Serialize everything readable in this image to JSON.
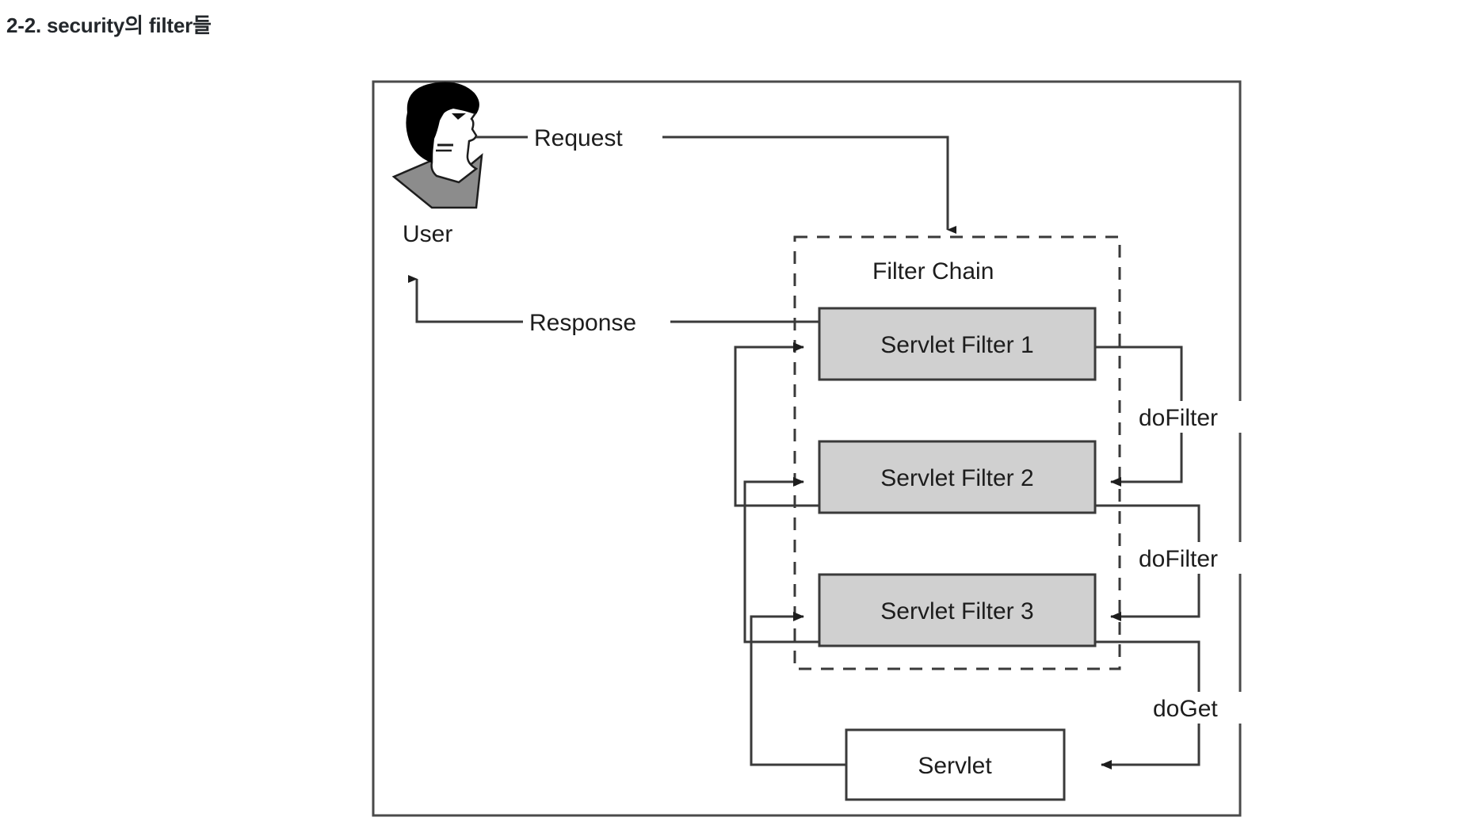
{
  "page": {
    "title": "2-2. security의 filter들",
    "background": "#ffffff",
    "text_color": "#23272b"
  },
  "diagram": {
    "name": "servlet-filter-chain-diagram",
    "outer_border_color": "#4a4a4a",
    "box_fill": "#d0d0d0",
    "box_stroke": "#3a3a3a",
    "servlet_fill": "#ffffff",
    "line_color": "#3a3a3a",
    "actor": {
      "label": "User",
      "icon": "user-head-profile-icon",
      "hair_color": "#000000",
      "shoulder_color": "#8c8c8c",
      "face_color": "#ffffff"
    },
    "chain": {
      "label": "Filter Chain",
      "border_style": "dashed"
    },
    "flows": [
      {
        "id": "request",
        "label": "Request"
      },
      {
        "id": "response",
        "label": "Response"
      }
    ],
    "filters": [
      {
        "id": "filter-1",
        "label": "Servlet Filter 1"
      },
      {
        "id": "filter-2",
        "label": "Servlet Filter 2"
      },
      {
        "id": "filter-3",
        "label": "Servlet Filter 3"
      }
    ],
    "servlet": {
      "id": "servlet",
      "label": "Servlet"
    },
    "calls": [
      {
        "id": "dofilter-1",
        "label": "doFilter"
      },
      {
        "id": "dofilter-2",
        "label": "doFilter"
      },
      {
        "id": "doget",
        "label": "doGet"
      }
    ]
  }
}
